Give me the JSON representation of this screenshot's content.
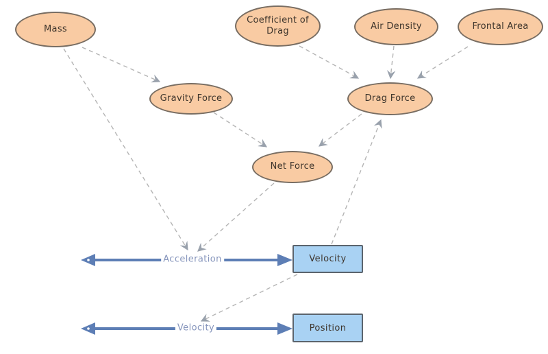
{
  "diagram": {
    "type": "stock-and-flow",
    "variables": [
      {
        "label": "Mass"
      },
      {
        "label": "Coefficient of Drag"
      },
      {
        "label": "Air Density"
      },
      {
        "label": "Frontal Area"
      },
      {
        "label": "Gravity Force"
      },
      {
        "label": "Drag Force"
      },
      {
        "label": "Net Force"
      }
    ],
    "stocks": [
      {
        "label": "Velocity"
      },
      {
        "label": "Position"
      }
    ],
    "flows": [
      {
        "label": "Acceleration",
        "into_stock": "Velocity"
      },
      {
        "label": "Velocity",
        "into_stock": "Position"
      }
    ],
    "links": [
      {
        "from": "Mass",
        "to": "Gravity Force"
      },
      {
        "from": "Mass",
        "to": "Acceleration"
      },
      {
        "from": "Coefficient of Drag",
        "to": "Drag Force"
      },
      {
        "from": "Air Density",
        "to": "Drag Force"
      },
      {
        "from": "Frontal Area",
        "to": "Drag Force"
      },
      {
        "from": "Gravity Force",
        "to": "Net Force"
      },
      {
        "from": "Drag Force",
        "to": "Net Force"
      },
      {
        "from": "Net Force",
        "to": "Acceleration"
      },
      {
        "from": "Velocity",
        "to": "Drag Force"
      },
      {
        "from": "Velocity",
        "to": "Velocity (flow)"
      }
    ],
    "colors": {
      "variable_fill": "#f9cba3",
      "variable_border": "#786d62",
      "stock_fill": "#a9d2f3",
      "stock_border": "#5b646d",
      "flow_arrow": "#5d7eb5",
      "flow_label": "#8695bc",
      "link_dash": "#b4b4b4",
      "link_arrowhead": "#99a1ac",
      "node_text": "#3e352c",
      "background": "#ffffff"
    }
  }
}
